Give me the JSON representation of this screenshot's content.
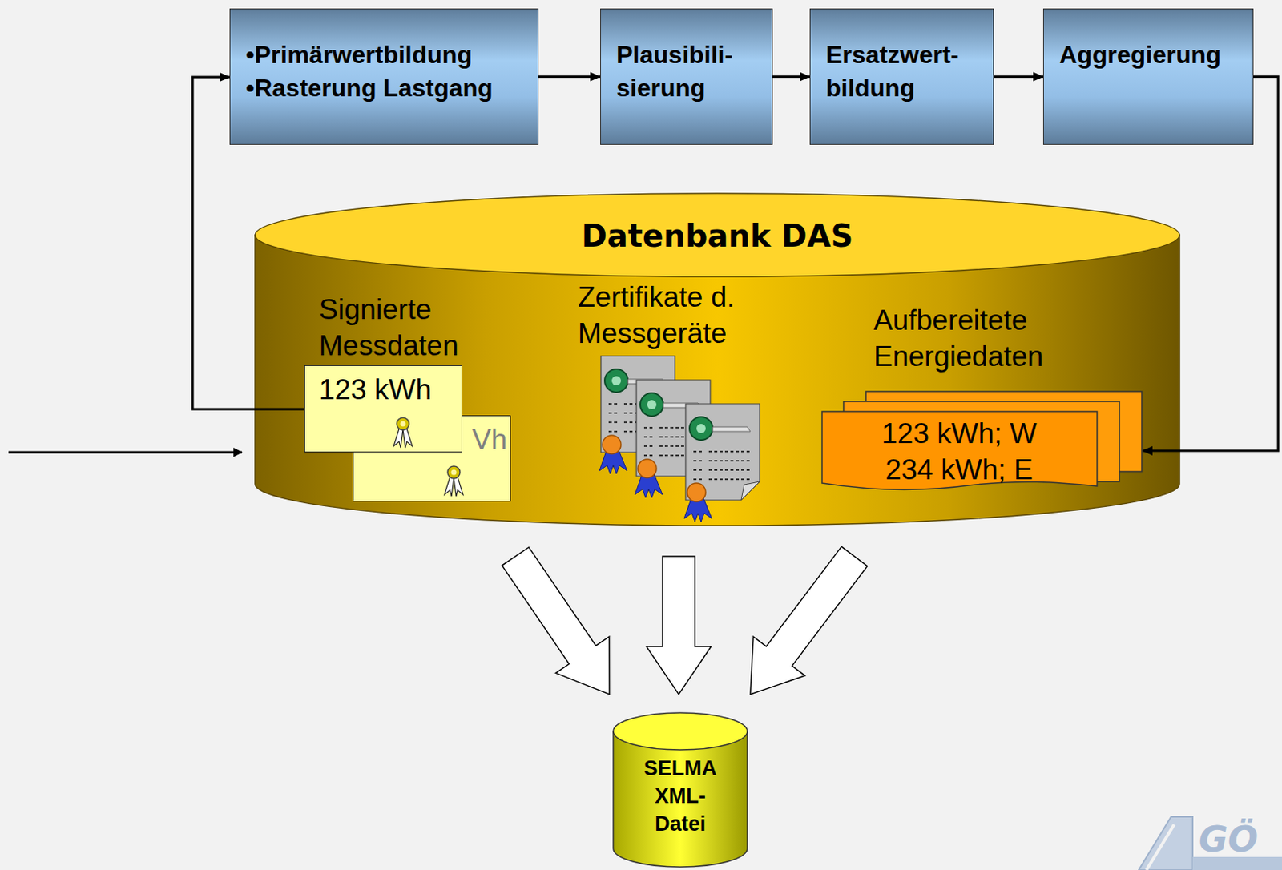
{
  "diagram": {
    "nodes": [
      {
        "text": [
          "•Primärwertbildung",
          "•Rasterung Lastgang"
        ]
      },
      {
        "text": [
          "Plausibili- sierung"
        ]
      },
      {
        "text": [
          "Ersatzwert- bildung"
        ]
      },
      {
        "text": [
          "Aggregierung"
        ]
      },
      {
        "text": [
          "Datenbank DAS"
        ]
      },
      {
        "text": [
          "123 kWh"
        ],
        "in": 4
      },
      {
        "text": [
          "Vh"
        ],
        "in": 4
      },
      {
        "text": [
          "123 kWh; W",
          "234 kWh; E"
        ],
        "in": 4
      },
      {
        "text": [
          "SELMA XML-Datei"
        ]
      }
    ],
    "edges": [
      {
        "from": 0,
        "to": 1,
        "arrow": "to"
      },
      {
        "from": 1,
        "to": 2,
        "arrow": "to"
      },
      {
        "from": 2,
        "to": 3,
        "arrow": "to"
      },
      {
        "from": 5,
        "to": 0,
        "arrow": "to"
      },
      {
        "from": 3,
        "to": 7,
        "arrow": "to"
      },
      {
        "from": 4,
        "to": 8,
        "arrow": "to"
      },
      {
        "from": 4,
        "to": 8,
        "arrow": "to"
      },
      {
        "from": 4,
        "to": 8,
        "arrow": "to"
      }
    ],
    "labels": [
      "Signierte Messdaten",
      "Zertifikate d. Messgeräte",
      "Aufbereitete Energiedaten",
      "GÖ"
    ]
  }
}
